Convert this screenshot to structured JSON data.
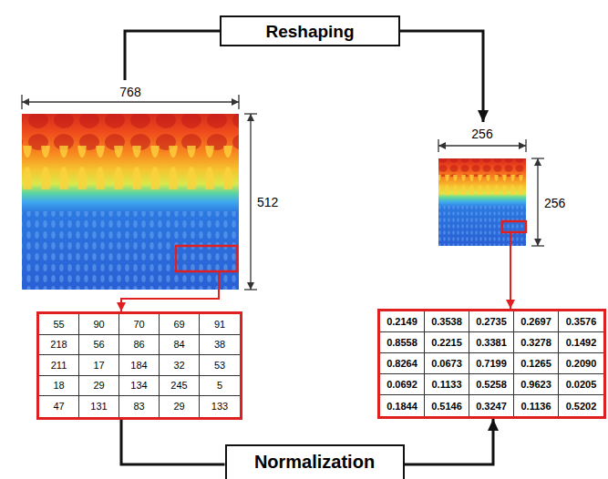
{
  "diagram": {
    "nodes": [
      {
        "text": [
          "Reshaping"
        ]
      },
      {
        "text": [
          "768",
          "512"
        ]
      },
      {
        "text": [
          "256",
          "256"
        ]
      },
      {
        "text": [
          "55",
          "90",
          "70",
          "69",
          "91",
          "218",
          "56",
          "86",
          "84",
          "38",
          "211",
          "17",
          "184",
          "32",
          "53",
          "18",
          "29",
          "134",
          "245",
          "5",
          "47",
          "131",
          "83",
          "29",
          "133"
        ]
      },
      {
        "text": [
          "0.2149",
          "0.3538",
          "0.2735",
          "0.2697",
          "0.3576",
          "0.8558",
          "0.2215",
          "0.3381",
          "0.3278",
          "0.1492",
          "0.8264",
          "0.0673",
          "0.7199",
          "0.1265",
          "0.2090",
          "0.0692",
          "0.1133",
          "0.5258",
          "0.9623",
          "0.0205",
          "0.1844",
          "0.5146",
          "0.3247",
          "0.1136",
          "0.5202"
        ]
      },
      {
        "text": [
          "Normalization"
        ]
      }
    ],
    "edges": [
      {
        "from": 1,
        "to": 0,
        "arrow": "none"
      },
      {
        "from": 0,
        "to": 2,
        "arrow": "to"
      },
      {
        "from": 1,
        "to": 3,
        "arrow": "to"
      },
      {
        "from": 2,
        "to": 4,
        "arrow": "to"
      },
      {
        "from": 3,
        "to": 5,
        "arrow": "none"
      },
      {
        "from": 5,
        "to": 4,
        "arrow": "to"
      }
    ]
  }
}
